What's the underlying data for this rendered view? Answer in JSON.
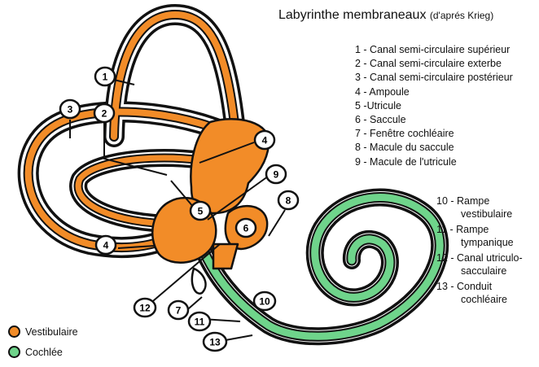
{
  "title": "Labyrinthe membraneaux",
  "subtitle": "(d'aprés Krieg)",
  "legend_top": [
    "1 - Canal semi-circulaire supérieur",
    "2 - Canal semi-circulaire exterbe",
    "3 - Canal semi-circulaire postérieur",
    "4 - Ampoule",
    "5 -Utricule",
    "6 - Saccule",
    "7 - Fenêtre cochléaire",
    "8 - Macule du saccule",
    "9 - Macule de l'utricule"
  ],
  "legend_bottom": [
    {
      "num": "10 - ",
      "lines": [
        "Rampe",
        "vestibulaire"
      ]
    },
    {
      "num": "11 - ",
      "lines": [
        "Rampe",
        "tympanique"
      ]
    },
    {
      "num": "12 - ",
      "lines": [
        "Canal utriculo-",
        "sacculaire"
      ]
    },
    {
      "num": "13 - ",
      "lines": [
        "Conduit",
        "cochléaire"
      ]
    }
  ],
  "key": [
    {
      "label": "Vestibulaire",
      "color": "#f28c28"
    },
    {
      "label": "Cochlée",
      "color": "#6fd48b"
    }
  ],
  "markers": [
    "1",
    "2",
    "3",
    "4",
    "5",
    "6",
    "7",
    "8",
    "9",
    "10",
    "11",
    "12",
    "13",
    "4"
  ],
  "colors": {
    "vestibular": "#f28c28",
    "cochlea": "#6fd48b",
    "outline": "#111111"
  }
}
